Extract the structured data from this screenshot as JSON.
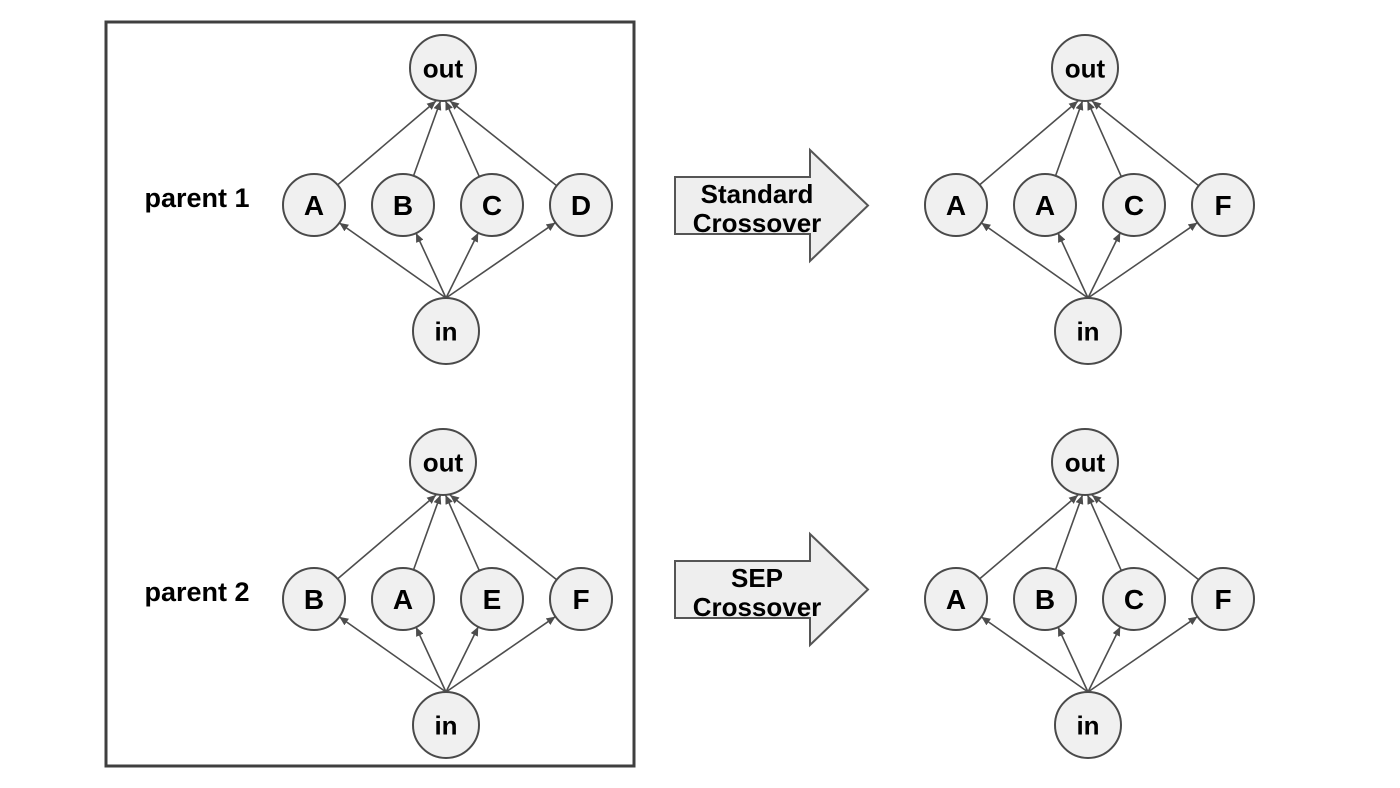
{
  "colors": {
    "background": "#ffffff",
    "box_border": "#3f3f3f",
    "node_fill": "#f0f0f0",
    "node_stroke": "#4a4a4a",
    "edge": "#4d4d4d",
    "operator_fill": "#eeeeee",
    "operator_stroke": "#555555",
    "text": "#000000"
  },
  "io_labels": {
    "top": "out",
    "bottom": "in"
  },
  "parents_box": {
    "graphs": [
      {
        "label": "parent 1",
        "middle": [
          "A",
          "B",
          "C",
          "D"
        ]
      },
      {
        "label": "parent 2",
        "middle": [
          "B",
          "A",
          "E",
          "F"
        ]
      }
    ]
  },
  "operators": [
    {
      "line1": "Standard",
      "line2": "Crossover"
    },
    {
      "line1": "SEP",
      "line2": "Crossover"
    }
  ],
  "offspring": [
    {
      "middle": [
        "A",
        "A",
        "C",
        "F"
      ]
    },
    {
      "middle": [
        "A",
        "B",
        "C",
        "F"
      ]
    }
  ]
}
